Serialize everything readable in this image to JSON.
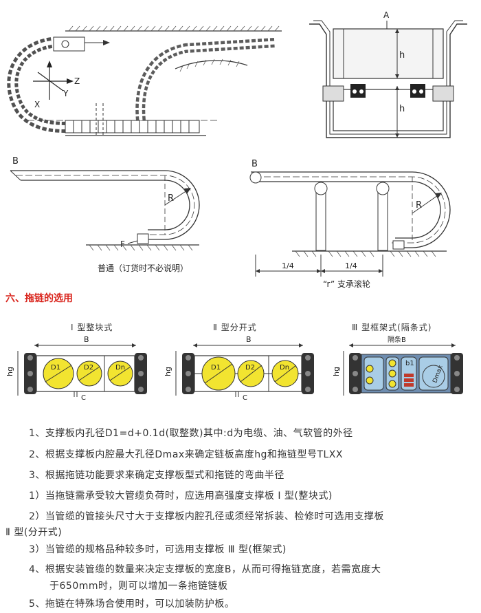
{
  "top_diagram": {
    "axis_z": "Z",
    "axis_x": "X",
    "axis_y": "Y",
    "dim_a": "A",
    "dim_h1": "h",
    "dim_h2": "h"
  },
  "mid_diagrams": {
    "left_b": "B",
    "left_r": "R",
    "left_f": "F",
    "left_caption": "普通（订货时不必说明）",
    "right_b": "B",
    "right_r": "R",
    "quarter_left": "1/4",
    "quarter_right": "1/4",
    "roller_caption": "“r” 支承滚轮"
  },
  "section_title": "六、拖链的选用",
  "types": [
    {
      "title": "Ⅰ 型整块式",
      "b": "B",
      "hg": "hg",
      "d1": "D1",
      "d2": "D2",
      "dn": "Dn",
      "c": "C"
    },
    {
      "title": "Ⅱ 型分开式",
      "b": "B",
      "hg": "hg",
      "d1": "D1",
      "d2": "D2",
      "dn": "Dn",
      "c": "C"
    },
    {
      "title": "Ⅲ 型框架式(隔条式)",
      "b": "隔条B",
      "hg": "hg",
      "b1": "b1",
      "dmax": "Dmax"
    }
  ],
  "paragraphs": [
    "1、支撑板内孔径D1=d+0.1d(取整数)其中:d为电缆、油、气软管的外径",
    "2、根据支撑板内腔最大孔径Dmax来确定链板高度hg和拖链型号TLXX",
    "3、根据拖链功能要求来确定支撑板型式和拖链的弯曲半径",
    "1）当拖链需承受较大管缆负荷时，应选用高强度支撑板 Ⅰ 型(整块式)",
    "2）当管缆的管接头尺寸大于支撑板内腔孔径或须经常拆装、检修时可选用支撑板",
    "Ⅱ 型(分开式)",
    "3）当管缆的规格品种较多时，可选用支撑板 Ⅲ 型(框架式)",
    "4、根据安装管缆的数量来决定支撑板的宽度B，从而可得拖链宽度，若需宽度大",
    "于650mm时，则可以增加一条拖链链板",
    "5、拖链在特殊场合使用时，可以加装防护板。"
  ],
  "colors": {
    "section_title": "#d9241c",
    "circle_fill": "#f2e430",
    "frame_fill": "#6e8db0",
    "frame_inner": "#a9cde6",
    "red_roller": "#c0392b"
  }
}
